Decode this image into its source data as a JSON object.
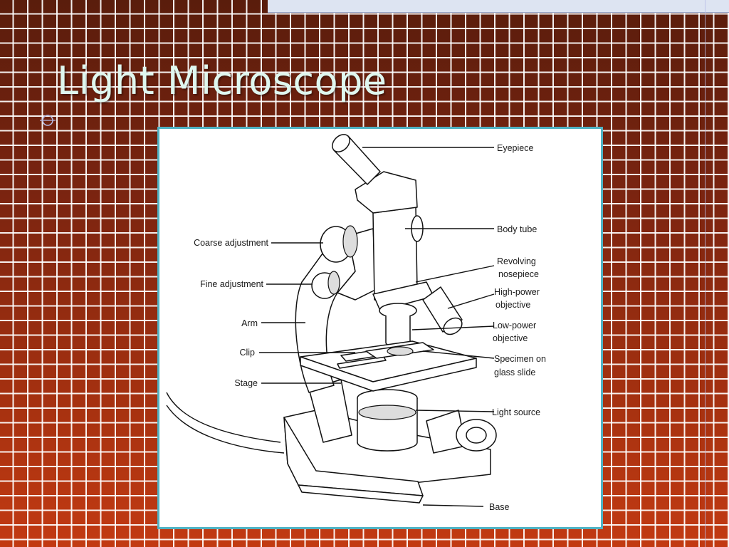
{
  "slide": {
    "title": "Light Microscope"
  },
  "figure": {
    "labels_left": {
      "coarse_adjustment": "Coarse adjustment",
      "fine_adjustment": "Fine adjustment",
      "arm": "Arm",
      "clip": "Clip",
      "stage": "Stage"
    },
    "labels_right": {
      "eyepiece": "Eyepiece",
      "body_tube": "Body tube",
      "revolving_line1": "Revolving",
      "revolving_line2": "nosepiece",
      "high_power_line1": "High-power",
      "high_power_line2": "objective",
      "low_power_line1": "Low-power",
      "low_power_line2": "objective",
      "specimen_line1": "Specimen on",
      "specimen_line2": "glass slide",
      "light_source": "Light source",
      "base": "Base"
    }
  },
  "colors": {
    "background_top": "#5a1d0c",
    "background_bottom": "#c23a12",
    "grid": "#ffffff",
    "title": "#dff7ef",
    "figure_border": "#4fb3c4"
  }
}
